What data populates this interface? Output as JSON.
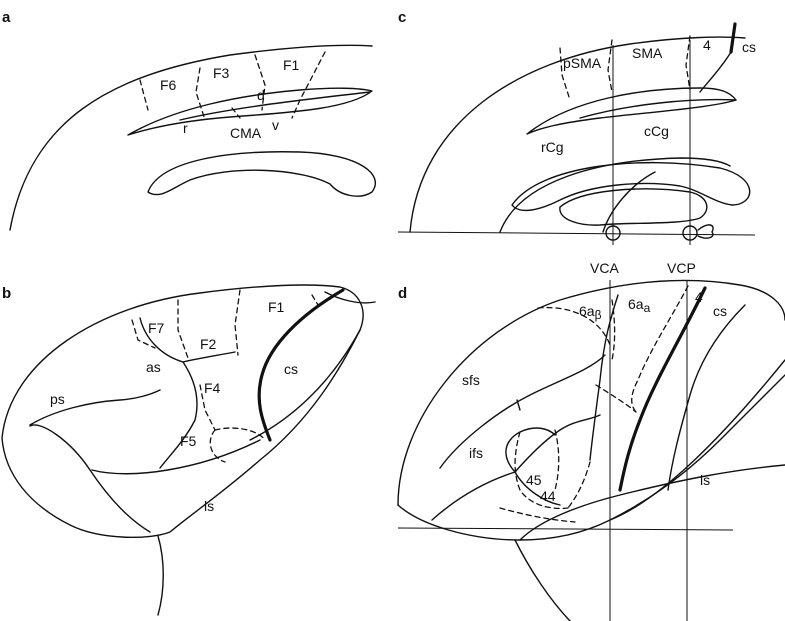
{
  "panels": {
    "a": {
      "letter": "a",
      "labels": {
        "F6": "F6",
        "F3": "F3",
        "F1": "F1",
        "d": "d",
        "r": "r",
        "v": "v",
        "CMA": "CMA"
      }
    },
    "b": {
      "letter": "b",
      "labels": {
        "F1": "F1",
        "F7": "F7",
        "F2": "F2",
        "cs": "cs",
        "as": "as",
        "F4": "F4",
        "ps": "ps",
        "F5": "F5",
        "ls": "ls"
      }
    },
    "c": {
      "letter": "c",
      "labels": {
        "pSMA": "pSMA",
        "SMA": "SMA",
        "4": "4",
        "cs": "cs",
        "rCg": "rCg",
        "cCg": "cCg"
      }
    },
    "d": {
      "letter": "d",
      "labels": {
        "VCA": "VCA",
        "VCP": "VCP",
        "6a": "6a",
        "beta": "β",
        "6a2": "6a",
        "alpha": "a",
        "4": "4",
        "cs": "cs",
        "sfs": "sfs",
        "ifs": "ifs",
        "45": "45",
        "44": "44",
        "ls": "ls"
      }
    }
  }
}
